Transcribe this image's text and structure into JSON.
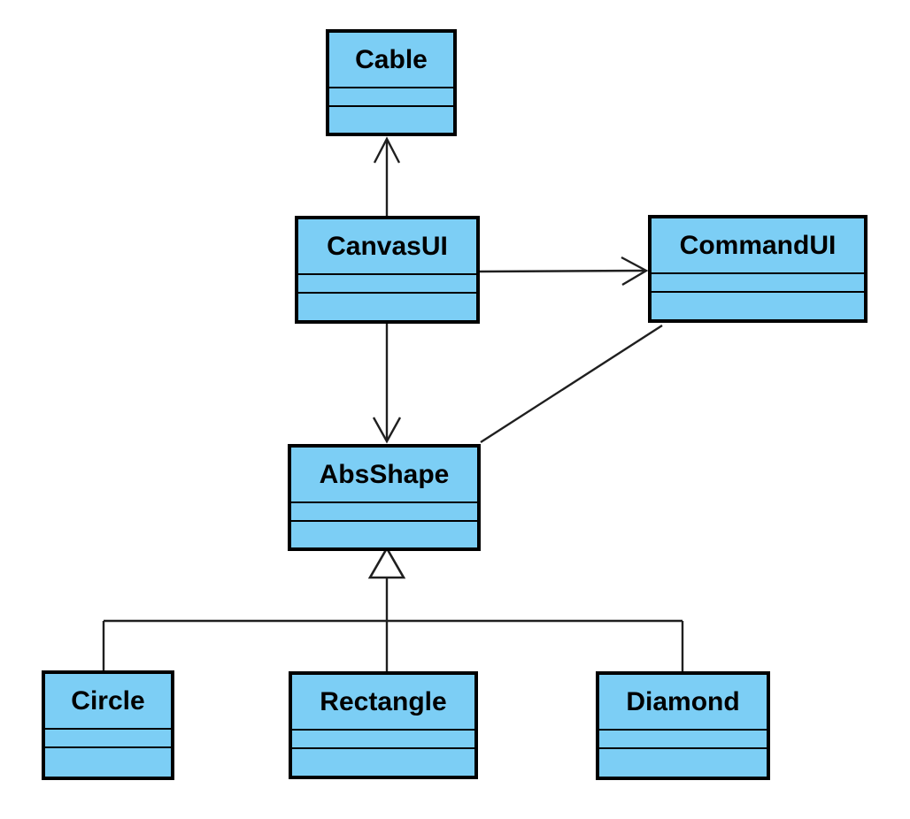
{
  "diagram": {
    "type": "uml-class-diagram",
    "classes": [
      {
        "id": "cable",
        "name": "Cable",
        "attributes": "",
        "methods": ""
      },
      {
        "id": "canvasui",
        "name": "CanvasUI",
        "attributes": "",
        "methods": ""
      },
      {
        "id": "commandui",
        "name": "CommandUI",
        "attributes": "",
        "methods": ""
      },
      {
        "id": "absshape",
        "name": "AbsShape",
        "attributes": "",
        "methods": ""
      },
      {
        "id": "circle",
        "name": "Circle",
        "attributes": "",
        "methods": ""
      },
      {
        "id": "rectangle",
        "name": "Rectangle",
        "attributes": "",
        "methods": ""
      },
      {
        "id": "diamond",
        "name": "Diamond",
        "attributes": "",
        "methods": ""
      }
    ],
    "edges": [
      {
        "from": "CanvasUI",
        "to": "Cable",
        "type": "directed-association",
        "arrow": "open"
      },
      {
        "from": "CanvasUI",
        "to": "CommandUI",
        "type": "directed-association",
        "arrow": "open"
      },
      {
        "from": "CanvasUI",
        "to": "AbsShape",
        "type": "directed-association",
        "arrow": "open"
      },
      {
        "from": "CommandUI",
        "to": "AbsShape",
        "type": "association",
        "arrow": "none"
      },
      {
        "from": "Circle",
        "to": "AbsShape",
        "type": "generalization",
        "arrow": "hollow-triangle"
      },
      {
        "from": "Rectangle",
        "to": "AbsShape",
        "type": "generalization",
        "arrow": "hollow-triangle"
      },
      {
        "from": "Diamond",
        "to": "AbsShape",
        "type": "generalization",
        "arrow": "hollow-triangle"
      }
    ],
    "colors": {
      "node_fill": "#7CCEF5",
      "node_border": "#000000",
      "line": "#1f1f1f",
      "background": "#ffffff",
      "generalization_fill": "#ffffff"
    }
  }
}
